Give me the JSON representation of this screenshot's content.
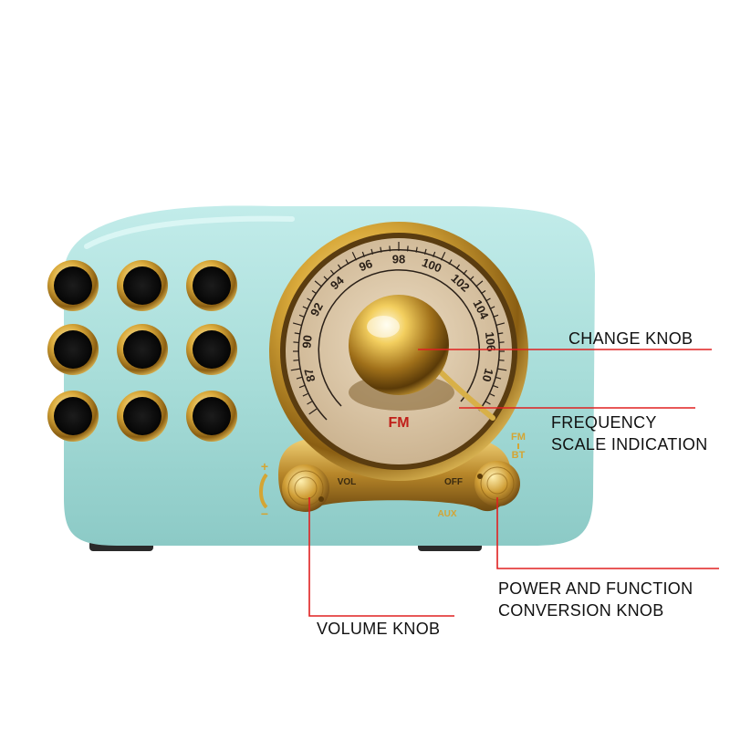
{
  "product": "retro radio",
  "dial": {
    "frequency_labels": [
      "87",
      "90",
      "92",
      "94",
      "96",
      "98",
      "100",
      "102",
      "104",
      "106",
      "10"
    ],
    "band": "FM"
  },
  "panel": {
    "vol_label": "VOL",
    "off_label": "OFF",
    "aux_label": "AUX",
    "fm_label": "FM",
    "bt_label": "BT",
    "plus": "+",
    "minus": "−"
  },
  "callouts": {
    "change_knob": "CHANGE KNOB",
    "frequency_line1": "FREQUENCY",
    "frequency_line2": "SCALE INDICATION",
    "power_line1": "POWER AND FUNCTION",
    "power_line2": "CONVERSION KNOB",
    "volume_knob": "VOLUME KNOB"
  },
  "colors": {
    "body": "#a8ddd9",
    "gold": "#d4a534",
    "dial_face": "#dcc7a8",
    "callout_line": "#e02020",
    "band_label": "#c0201a"
  }
}
